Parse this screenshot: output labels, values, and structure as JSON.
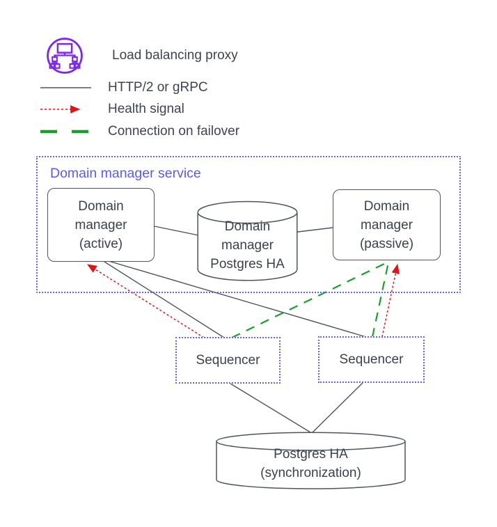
{
  "legend": {
    "items": [
      {
        "icon": "load-balancer-icon",
        "label": "Load balancing proxy"
      },
      {
        "swatch": "solid-line",
        "label": "HTTP/2 or gRPC"
      },
      {
        "swatch": "red-dotted-arrow",
        "label": "Health signal"
      },
      {
        "swatch": "green-dashed-line",
        "label": "Connection on failover"
      }
    ]
  },
  "diagram": {
    "container_label": "Domain manager service",
    "nodes": {
      "dm_active": "Domain manager (active)",
      "dm_db": "Domain manager Postgres HA",
      "dm_passive": "Domain manager (passive)",
      "sequencer_left": "Sequencer",
      "sequencer_right": "Sequencer",
      "sync_db": "Postgres HA (synchronization)"
    }
  },
  "colors": {
    "line_dark": "#4d5360",
    "health_red": "#e01414",
    "failover_green": "#17a02c",
    "service_blue": "#5a5af2",
    "proxy_purple": "#7d2ae8"
  }
}
